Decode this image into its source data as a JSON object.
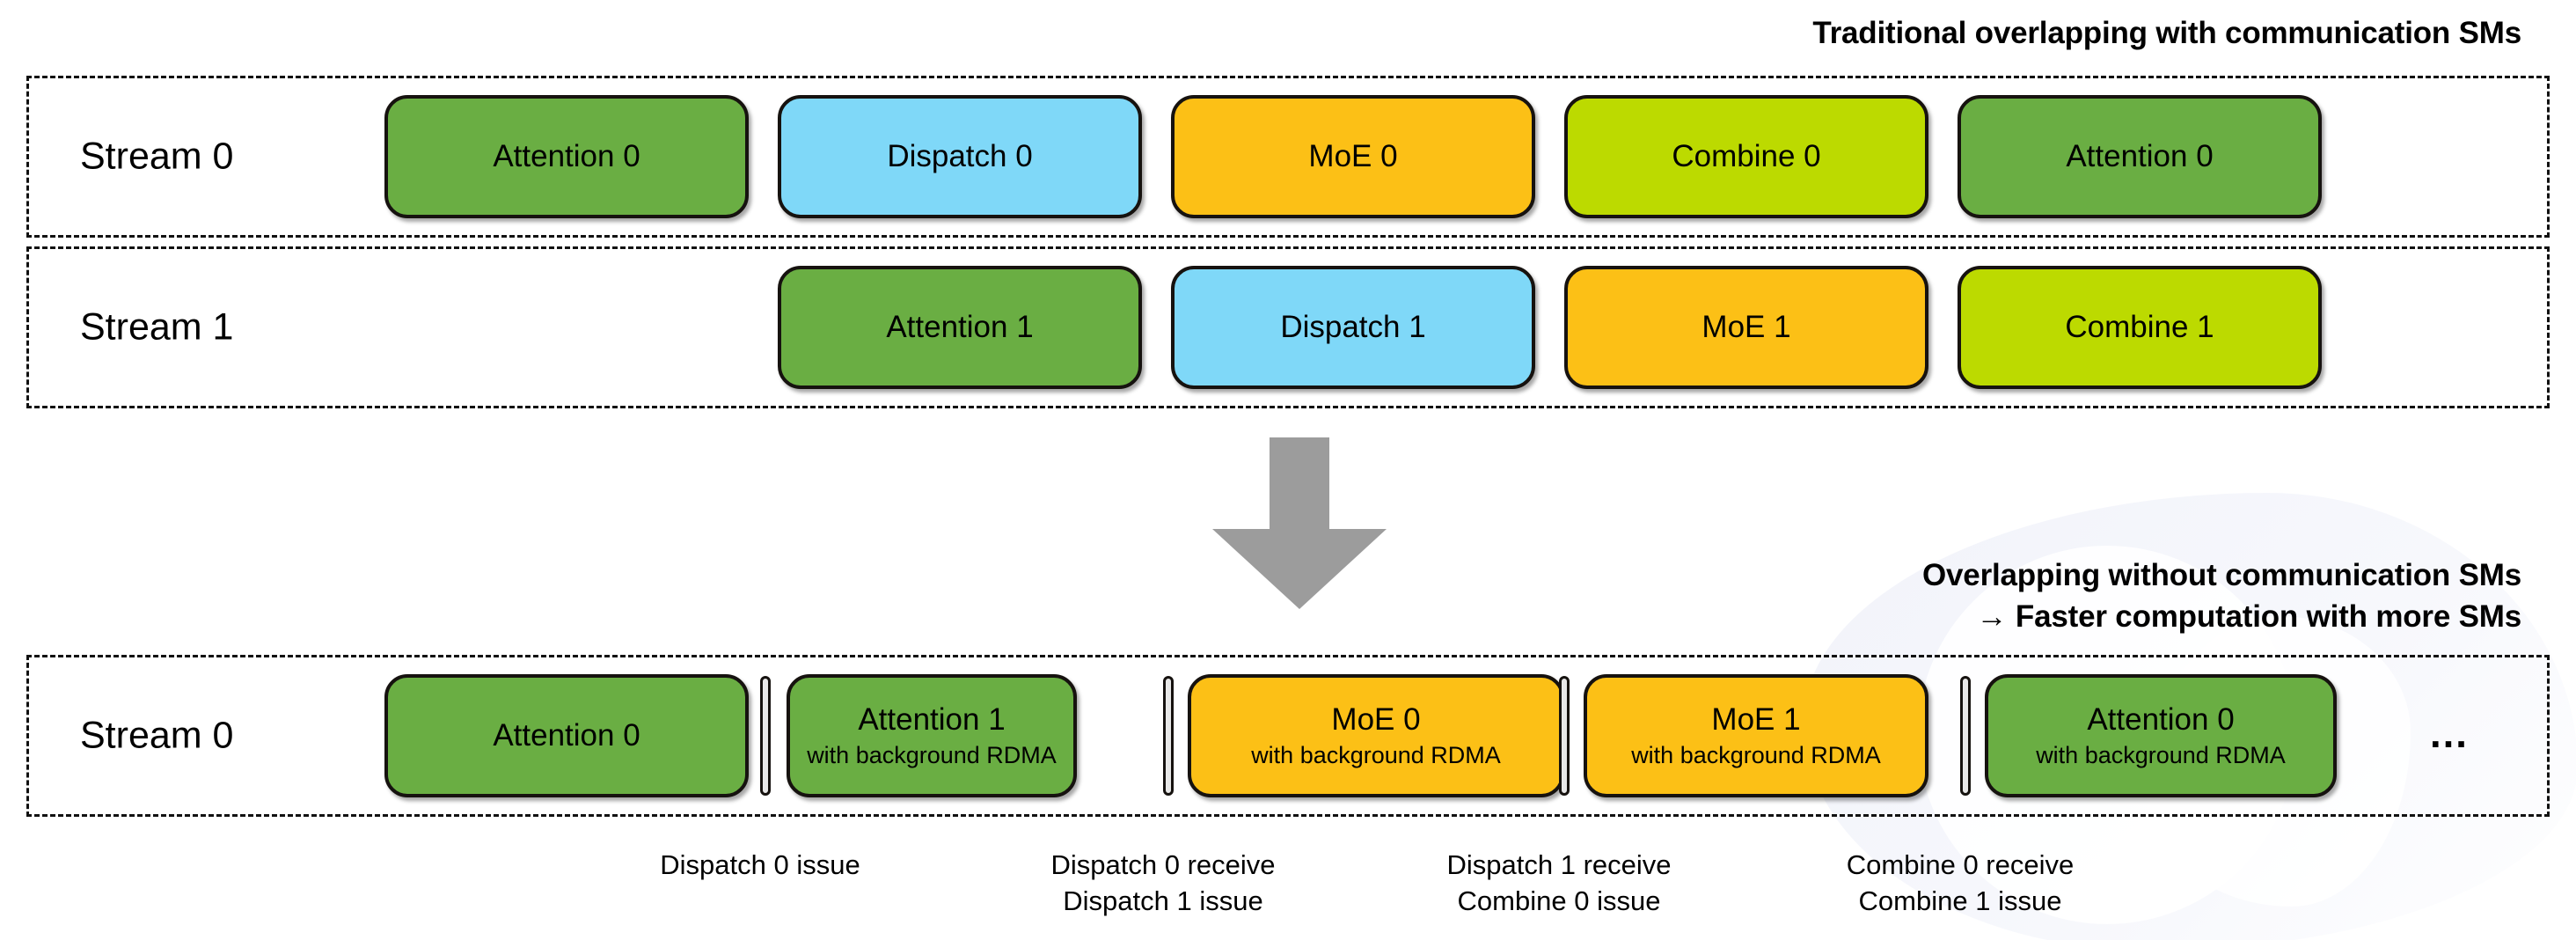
{
  "headings": {
    "top": "Traditional overlapping with communication SMs",
    "bottom": "Overlapping without communication SMs\n→ Faster computation with more SMs"
  },
  "colors": {
    "green": "#6AAE43",
    "blue": "#7FD8F8",
    "amber": "#FCC016",
    "lime": "#BCDA00",
    "arrow_gray": "#9C9C9C",
    "separator": "#E8E8E8",
    "outline": "#16120F"
  },
  "lanes": [
    {
      "id": "lane-0",
      "label": "Stream 0",
      "boxes": [
        {
          "title": "Attention 0",
          "subtitle": "",
          "color": "green"
        },
        {
          "title": "Dispatch 0",
          "subtitle": "",
          "color": "blue"
        },
        {
          "title": "MoE 0",
          "subtitle": "",
          "color": "amber"
        },
        {
          "title": "Combine 0",
          "subtitle": "",
          "color": "lime"
        },
        {
          "title": "Attention 0",
          "subtitle": "",
          "color": "green"
        }
      ]
    },
    {
      "id": "lane-1",
      "label": "Stream 1",
      "boxes": [
        {
          "title": "Attention 1",
          "subtitle": "",
          "color": "green"
        },
        {
          "title": "Dispatch 1",
          "subtitle": "",
          "color": "blue"
        },
        {
          "title": "MoE 1",
          "subtitle": "",
          "color": "amber"
        },
        {
          "title": "Combine 1",
          "subtitle": "",
          "color": "lime"
        }
      ]
    },
    {
      "id": "lane-2",
      "label": "Stream 0",
      "boxes": [
        {
          "title": "Attention 0",
          "subtitle": "",
          "color": "green"
        },
        {
          "title": "Attention 1",
          "subtitle": "with background RDMA",
          "color": "green"
        },
        {
          "title": "MoE 0",
          "subtitle": "with background RDMA",
          "color": "amber"
        },
        {
          "title": "MoE 1",
          "subtitle": "with background RDMA",
          "color": "amber"
        },
        {
          "title": "Attention 0",
          "subtitle": "with background RDMA",
          "color": "green"
        }
      ],
      "ellipsis": "…"
    }
  ],
  "notes": [
    "Dispatch 0 issue",
    "Dispatch 0 receive\nDispatch 1 issue",
    "Dispatch 1 receive\nCombine 0 issue",
    "Combine 0 receive\nCombine 1 issue"
  ],
  "arrow": {
    "direction": "down",
    "name": "transform-arrow"
  }
}
